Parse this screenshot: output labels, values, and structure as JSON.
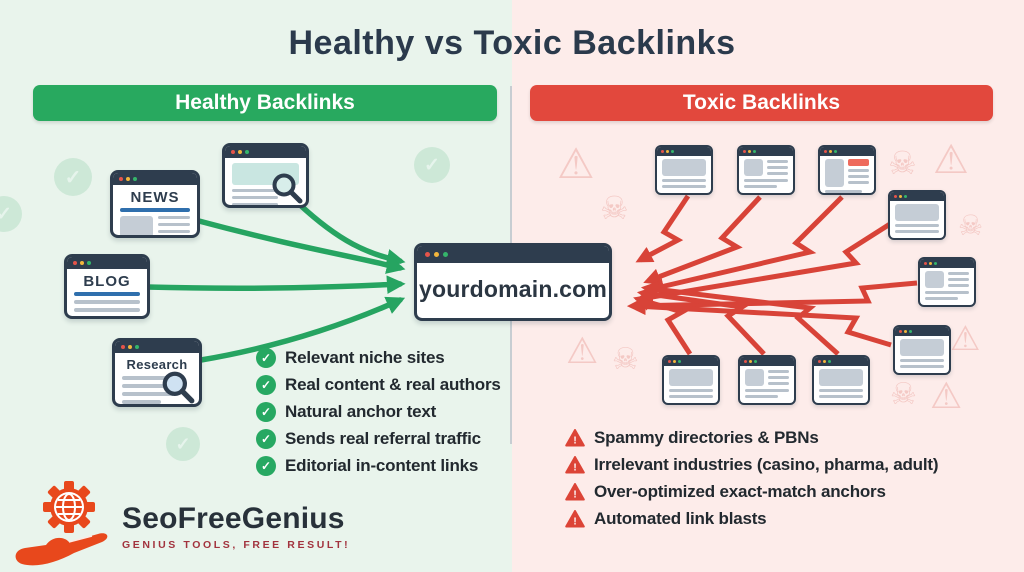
{
  "title": "Healthy vs Toxic Backlinks",
  "left_panel": {
    "banner": "Healthy Backlinks",
    "news_label": "NEWS",
    "blog_label": "BLOG",
    "research_label": "Research",
    "checklist": [
      "Relevant niche sites",
      "Real content & real authors",
      "Natural anchor text",
      "Sends real referral traffic",
      "Editorial in-content links"
    ]
  },
  "right_panel": {
    "banner": "Toxic Backlinks",
    "warnings": [
      "Spammy directories & PBNs",
      "Irrelevant industries (casino, pharma, adult)",
      "Over-optimized exact-match anchors",
      "Automated link blasts"
    ]
  },
  "center": {
    "domain": "yourdomain.com"
  },
  "brand": {
    "name": "SeoFreeGenius",
    "tagline": "GENIUS TOOLS, FREE RESULT!"
  },
  "icons": {
    "check": "✓",
    "warning": "⚠",
    "skull": "☠"
  },
  "colors": {
    "healthy_green": "#28a95f",
    "toxic_red": "#e2483d",
    "left_bg": "#e9f4ec",
    "right_bg": "#fdecea",
    "navy": "#2e3d4e",
    "brand_orange": "#e8481c",
    "tagline_red": "#a2333e"
  }
}
